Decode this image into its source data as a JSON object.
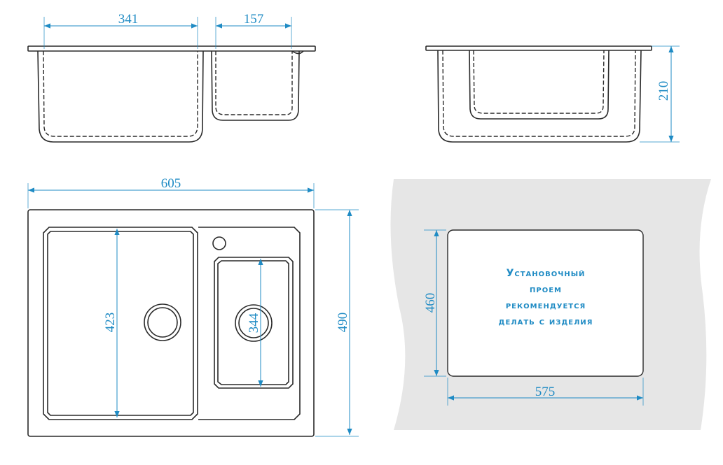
{
  "colors": {
    "dimension": "#1f8bc4",
    "outline": "#2a2a2a",
    "cutout_background": "#e6e6e6"
  },
  "front_view": {
    "left_bowl_width": "341",
    "right_bowl_width": "157"
  },
  "side_view": {
    "depth": "210"
  },
  "top_view": {
    "overall_width": "605",
    "overall_depth": "490",
    "left_bowl_length": "423",
    "right_bowl_length": "344"
  },
  "cutout": {
    "height": "460",
    "width": "575",
    "note": [
      "Установочный",
      "проем",
      "рекомендуется",
      "делать с изделия"
    ]
  }
}
